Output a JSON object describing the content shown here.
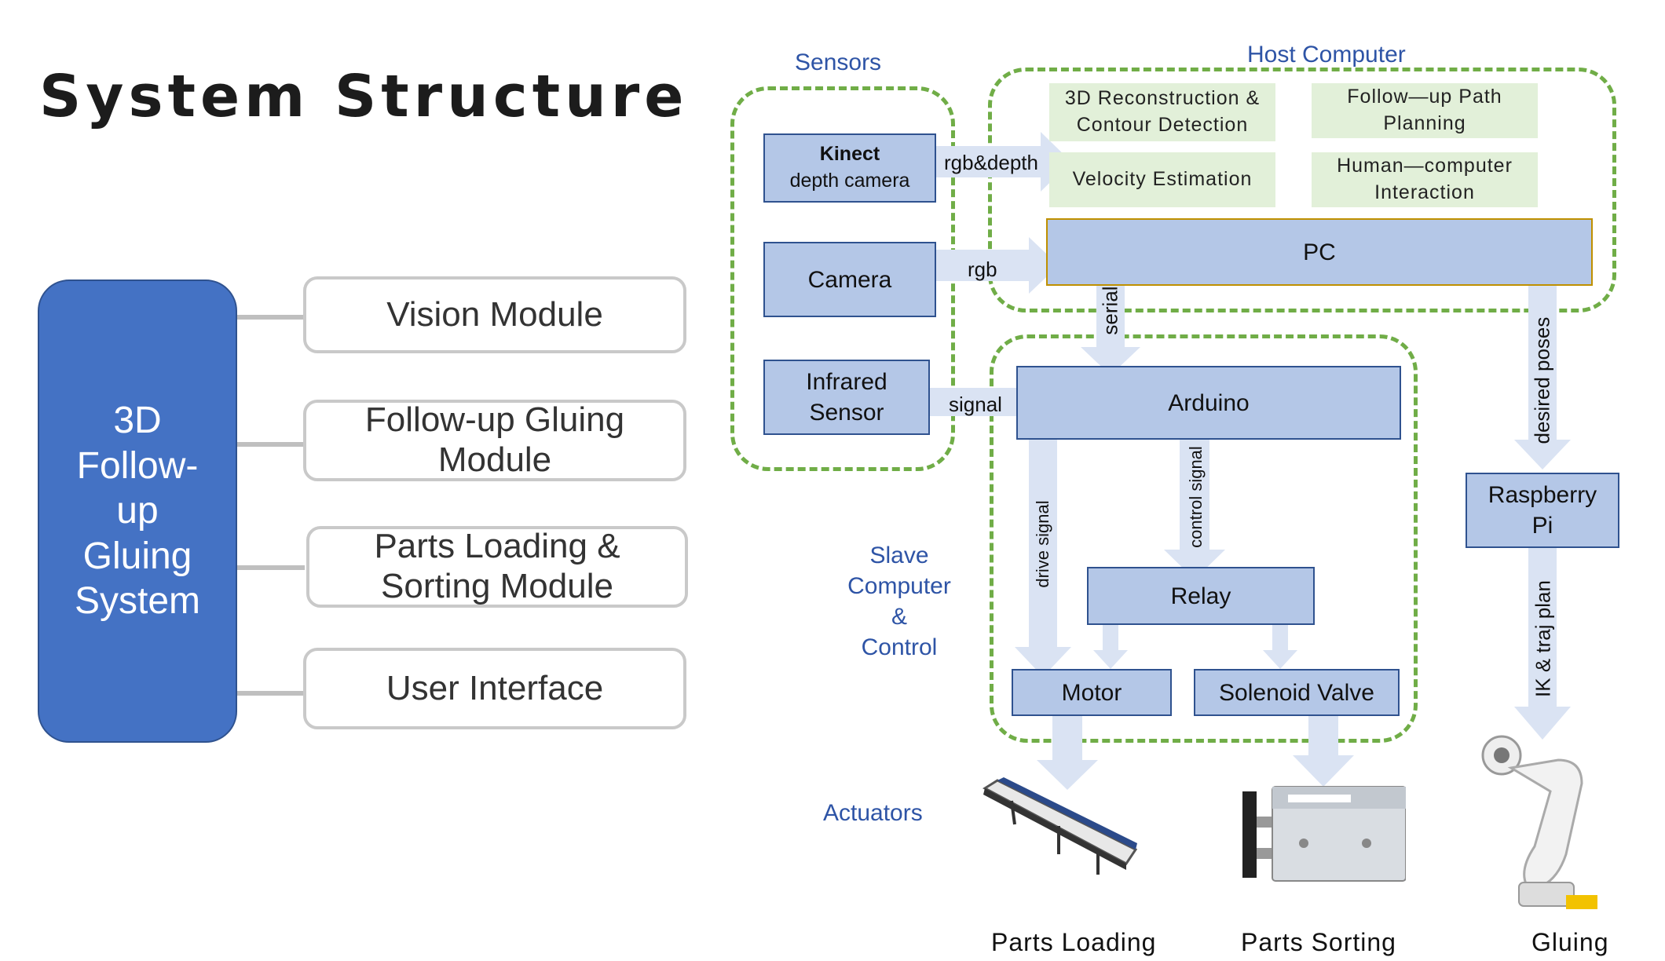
{
  "title": "System Structure",
  "left": {
    "system": "3D\nFollow-\nup\nGluing\nSystem",
    "modules": [
      "Vision Module",
      "Follow-up Gluing\nModule",
      "Parts Loading &\nSorting Module",
      "User Interface"
    ]
  },
  "groups": {
    "sensors": "Sensors",
    "host": "Host  Computer",
    "slave": "Slave  Computer\n&\nControl",
    "actuators": "Actuators"
  },
  "sensors": {
    "kinect_title": "Kinect",
    "kinect_sub": "depth  camera",
    "camera": "Camera",
    "infrared": "Infrared\nSensor"
  },
  "host": {
    "recon": "3D  Reconstruction  &\nContour  Detection",
    "velocity": "Velocity  Estimation",
    "path": "Follow—up  Path\nPlanning",
    "hci": "Human—computer\nInteraction",
    "pc": "PC"
  },
  "slave": {
    "arduino": "Arduino",
    "relay": "Relay",
    "motor": "Motor",
    "valve": "Solenoid  Valve"
  },
  "raspberry": "Raspberry\nPi",
  "arrows": {
    "rgb_depth": "rgb&depth",
    "rgb": "rgb",
    "signal": "signal",
    "serial": "serial",
    "desired_poses": "desired  poses",
    "control_signal": "control  signal",
    "drive_signal": "drive  signal",
    "ik": "IK  &  traj  plan"
  },
  "captions": {
    "loading": "Parts  Loading",
    "sorting": "Parts  Sorting",
    "gluing": "Gluing"
  },
  "colors": {
    "system_fill": "#4472c4",
    "box_fill": "#b4c7e7",
    "box_border": "#2f528f",
    "green_fill": "#e2f0d9",
    "dash": "#70ad47",
    "arrow": "#dae3f3",
    "label_blue": "#2e54a6"
  }
}
